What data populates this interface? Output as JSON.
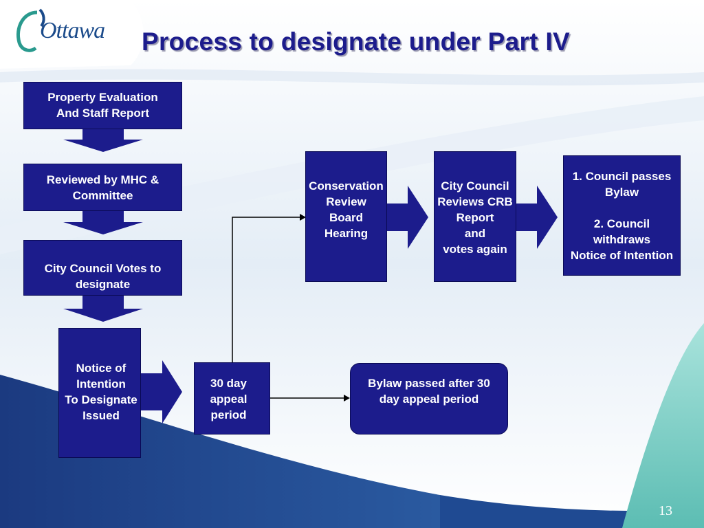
{
  "logo": {
    "text": "Ottawa"
  },
  "title": "Process to designate under Part IV",
  "page_number": "13",
  "boxes": {
    "property_evaluation": "Property Evaluation\nAnd Staff Report",
    "reviewed_by_mhc": "Reviewed by MHC &\nCommittee",
    "council_votes": "City Council Votes to\ndesignate",
    "notice_of_intention": "Notice of\nIntention\nTo Designate\nIssued",
    "appeal_period": "30 day\nappeal\nperiod",
    "bylaw_passed": "Bylaw passed after 30\nday appeal period",
    "crb_hearing": "Conservation\nReview\nBoard\nHearing",
    "council_reviews_crb": "City Council\nReviews CRB\nReport\nand\nvotes again",
    "outcomes": "1. Council passes\nBylaw\n\n2. Council\nwithdraws\nNotice of Intention"
  },
  "colors": {
    "box_fill": "#1c1c8c",
    "title": "#1c1c8c",
    "bottom_band": "#1f3f86",
    "teal_swoosh": "#7fcfc6"
  }
}
